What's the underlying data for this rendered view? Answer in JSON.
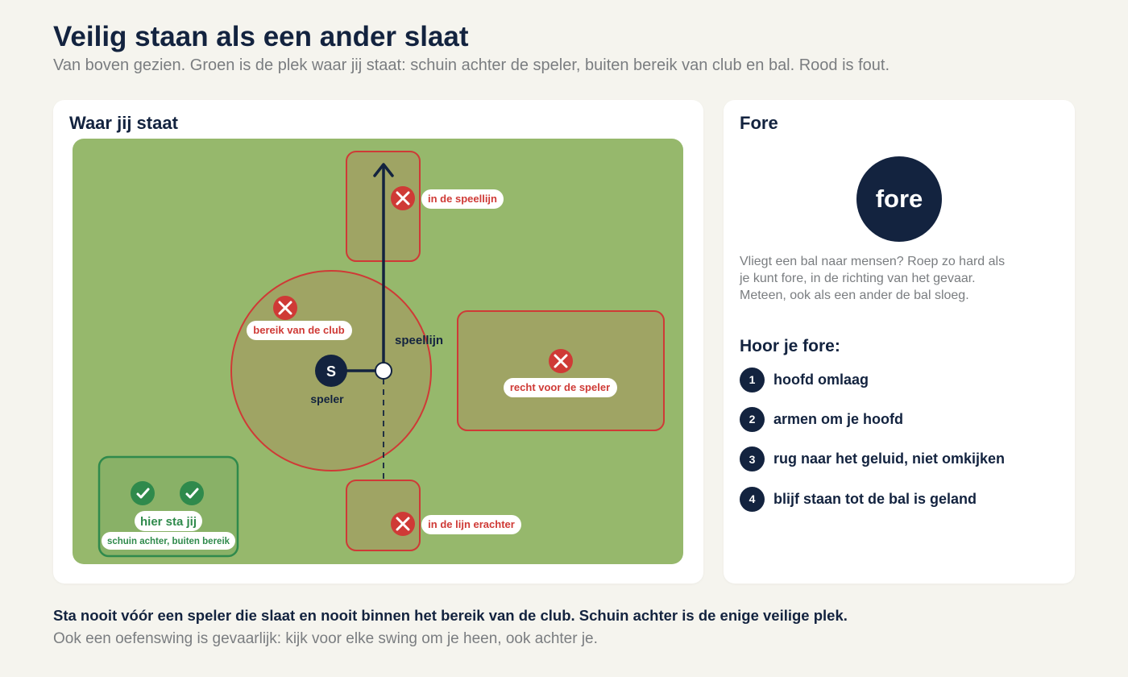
{
  "header": {
    "title": "Veilig staan als een ander slaat",
    "subtitle": "Van boven gezien. Groen is de plek waar jij staat: schuin achter de speler, buiten bereik van club en bal. Rood is fout."
  },
  "colors": {
    "field": "#96b86c",
    "danger": "#cf3a36",
    "danger_fill": "#9fa464",
    "safe": "#2f8a4c",
    "navy": "#13233f"
  },
  "diagram": {
    "title": "Waar jij staat",
    "zones": {
      "play_line": "in de speellijn",
      "club_reach": "bereik van de club",
      "in_front": "recht voor de speler",
      "behind_line": "in de lijn erachter"
    },
    "player_marker": "S",
    "player_label": "speler",
    "line_label": "speellijn",
    "safe_zone": {
      "label": "hier sta jij",
      "sublabel": "schuin achter, buiten bereik"
    }
  },
  "fore_panel": {
    "title": "Fore",
    "circle_text": "fore",
    "description": "Vliegt een bal naar mensen? Roep zo hard als je kunt fore, in de richting van het gevaar. Meteen, ook als een ander de bal sloeg.",
    "steps_title": "Hoor je fore:",
    "steps": [
      {
        "num": "1",
        "text": "hoofd omlaag"
      },
      {
        "num": "2",
        "text": "armen om je hoofd"
      },
      {
        "num": "3",
        "text": "rug naar het geluid, niet omkijken"
      },
      {
        "num": "4",
        "text": "blijf staan tot de bal is geland"
      }
    ]
  },
  "footer": {
    "bold": "Sta nooit vóór een speler die slaat en nooit binnen het bereik van de club. Schuin achter is de enige veilige plek.",
    "light": "Ook een oefenswing is gevaarlijk: kijk voor elke swing om je heen, ook achter je."
  }
}
